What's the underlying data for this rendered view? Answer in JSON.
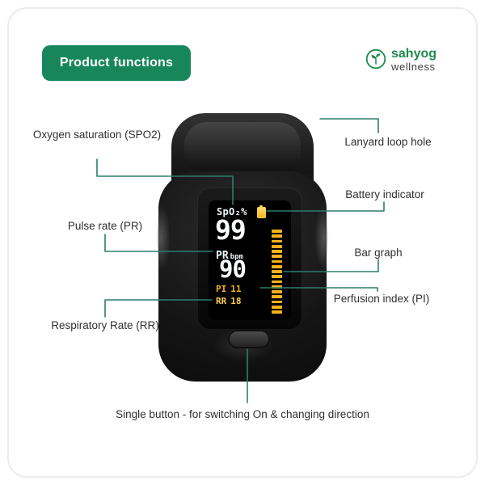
{
  "header": {
    "badge_label": "Product functions",
    "brand_name": "sahyog",
    "brand_tagline": "wellness"
  },
  "callouts": {
    "oxygen_saturation": "Oxygen saturation (SPO2)",
    "pulse_rate": "Pulse rate (PR)",
    "respiratory_rate": "Respiratory Rate (RR)",
    "lanyard": "Lanyard loop hole",
    "battery": "Battery indicator",
    "bar_graph": "Bar graph",
    "perfusion_index": "Perfusion index (PI)",
    "single_button": "Single button - for switching On & changing direction"
  },
  "display": {
    "spo2_label": "SpO₂%",
    "spo2_value": "99",
    "pr_label": "PR",
    "pr_unit": "bpm",
    "pr_value": "90",
    "pi_label": "PI",
    "pi_value": "11",
    "rr_label": "RR",
    "rr_value": "18",
    "bar_segments": 17
  },
  "colors": {
    "accent_green": "#17865b",
    "logo_green": "#1e8a4e",
    "line_teal": "#2f7d6c",
    "text_dark": "#2f2f2f",
    "display_amber": "#f6b21b",
    "display_white": "#eef6f7",
    "frame_gray": "#ececec"
  }
}
